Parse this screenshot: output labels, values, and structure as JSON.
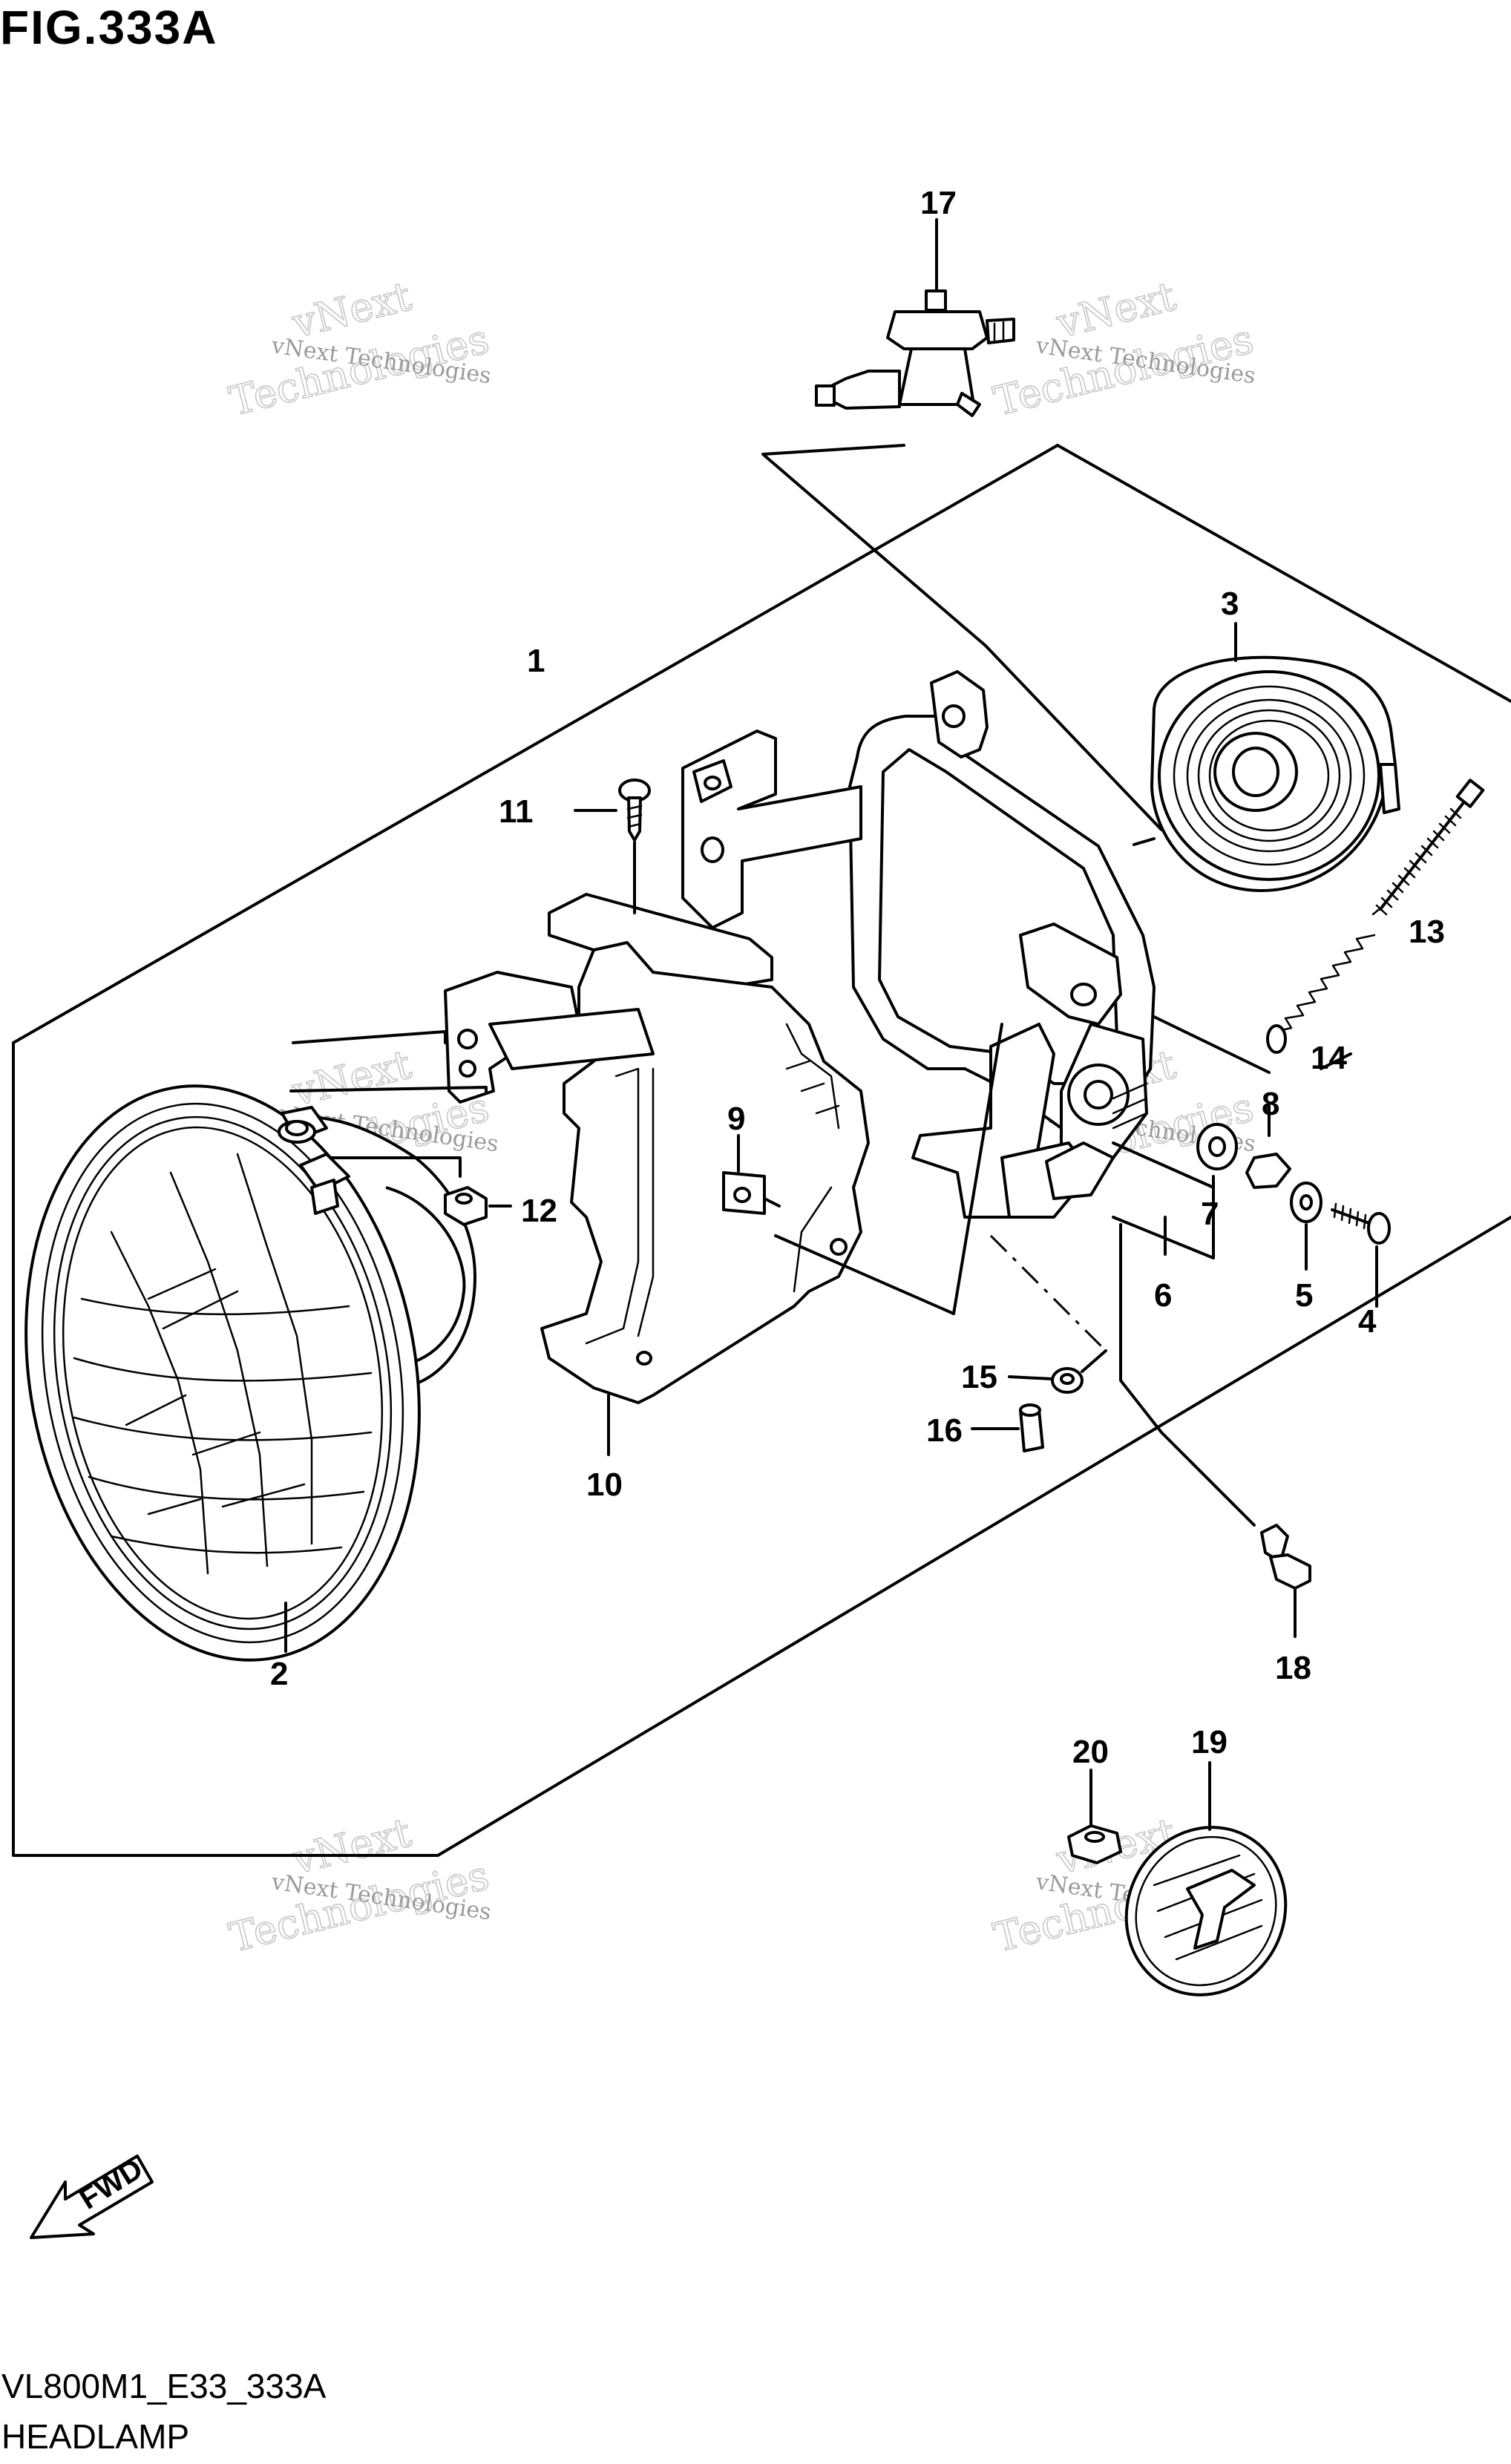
{
  "figure": {
    "title": "FIG.333A",
    "model_code": "VL800M1_E33_333A",
    "name": "HEADLAMP"
  },
  "callouts": [
    "1",
    "2",
    "3",
    "4",
    "5",
    "6",
    "7",
    "8",
    "9",
    "10",
    "11",
    "12",
    "13",
    "14",
    "15",
    "16",
    "17",
    "18",
    "19",
    "20"
  ],
  "watermark": {
    "line1": "vNext",
    "line2": "Technologies",
    "caption": "vNext Technologies"
  },
  "fwd_label": "FWD"
}
